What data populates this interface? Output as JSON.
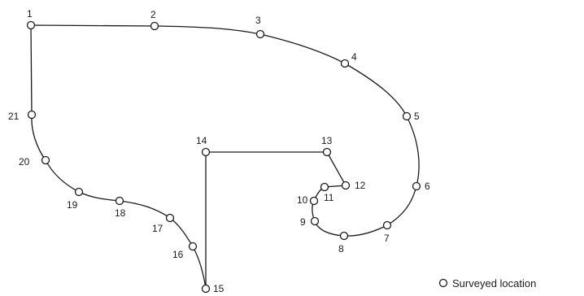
{
  "points": [
    {
      "label": "1"
    },
    {
      "label": "2"
    },
    {
      "label": "3"
    },
    {
      "label": "4"
    },
    {
      "label": "5"
    },
    {
      "label": "6"
    },
    {
      "label": "7"
    },
    {
      "label": "8"
    },
    {
      "label": "9"
    },
    {
      "label": "10"
    },
    {
      "label": "11"
    },
    {
      "label": "12"
    },
    {
      "label": "13"
    },
    {
      "label": "14"
    },
    {
      "label": "15"
    },
    {
      "label": "16"
    },
    {
      "label": "17"
    },
    {
      "label": "18"
    },
    {
      "label": "19"
    },
    {
      "label": "20"
    },
    {
      "label": "21"
    }
  ],
  "legend": {
    "label": "Surveyed location"
  },
  "colors": {
    "line": "#1a1a1a",
    "marker_fill": "#ffffff"
  }
}
